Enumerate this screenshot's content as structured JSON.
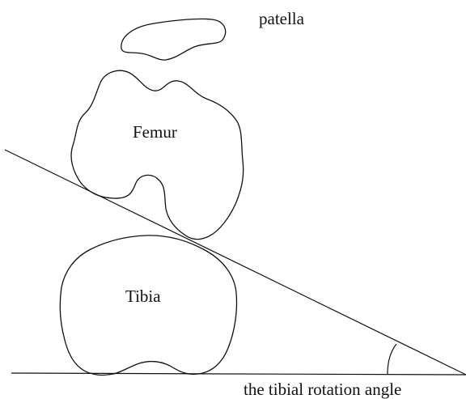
{
  "labels": {
    "patella": "patella",
    "femur": "Femur",
    "tibia": "Tibia",
    "angle": "the tibial rotation angle"
  }
}
